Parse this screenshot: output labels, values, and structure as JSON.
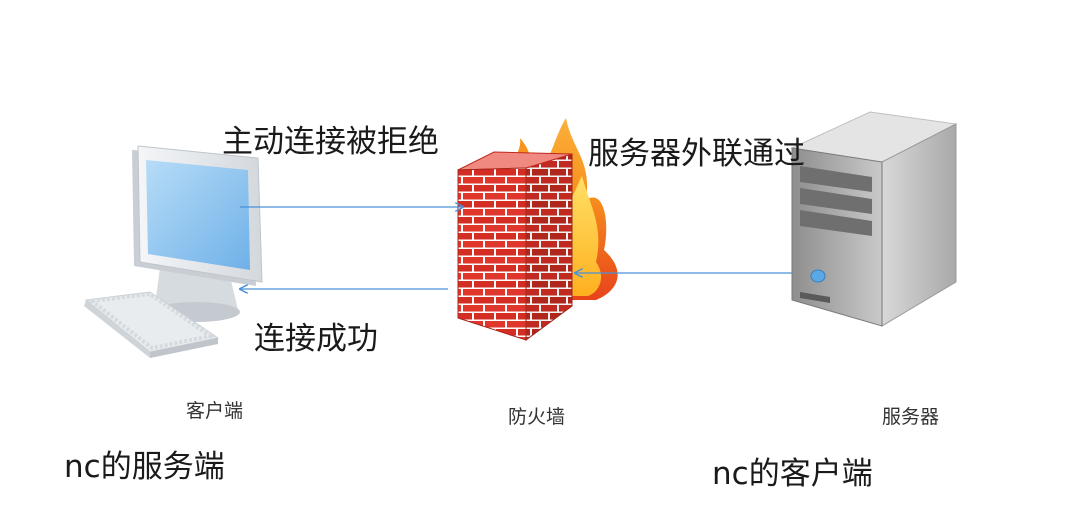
{
  "labels": {
    "outbound_rejected": "主动连接被拒绝",
    "server_outbound_allowed": "服务器外联通过",
    "connect_success": "连接成功",
    "client_caption": "客户端",
    "firewall_caption": "防火墙",
    "server_caption": "服务器",
    "nc_server_role": "nc的服务端",
    "nc_client_role": "nc的客户端"
  },
  "icons": {
    "client": "desktop-computer-icon",
    "firewall": "brick-firewall-with-flames-icon",
    "server": "tower-server-icon"
  },
  "colors": {
    "arrow": "#4a90d9",
    "brick": "#e0362c",
    "flame_outer": "#f7931e",
    "flame_inner": "#ffd23f",
    "screen": "#8fc4f0",
    "server_body": "#b8b8b8"
  }
}
